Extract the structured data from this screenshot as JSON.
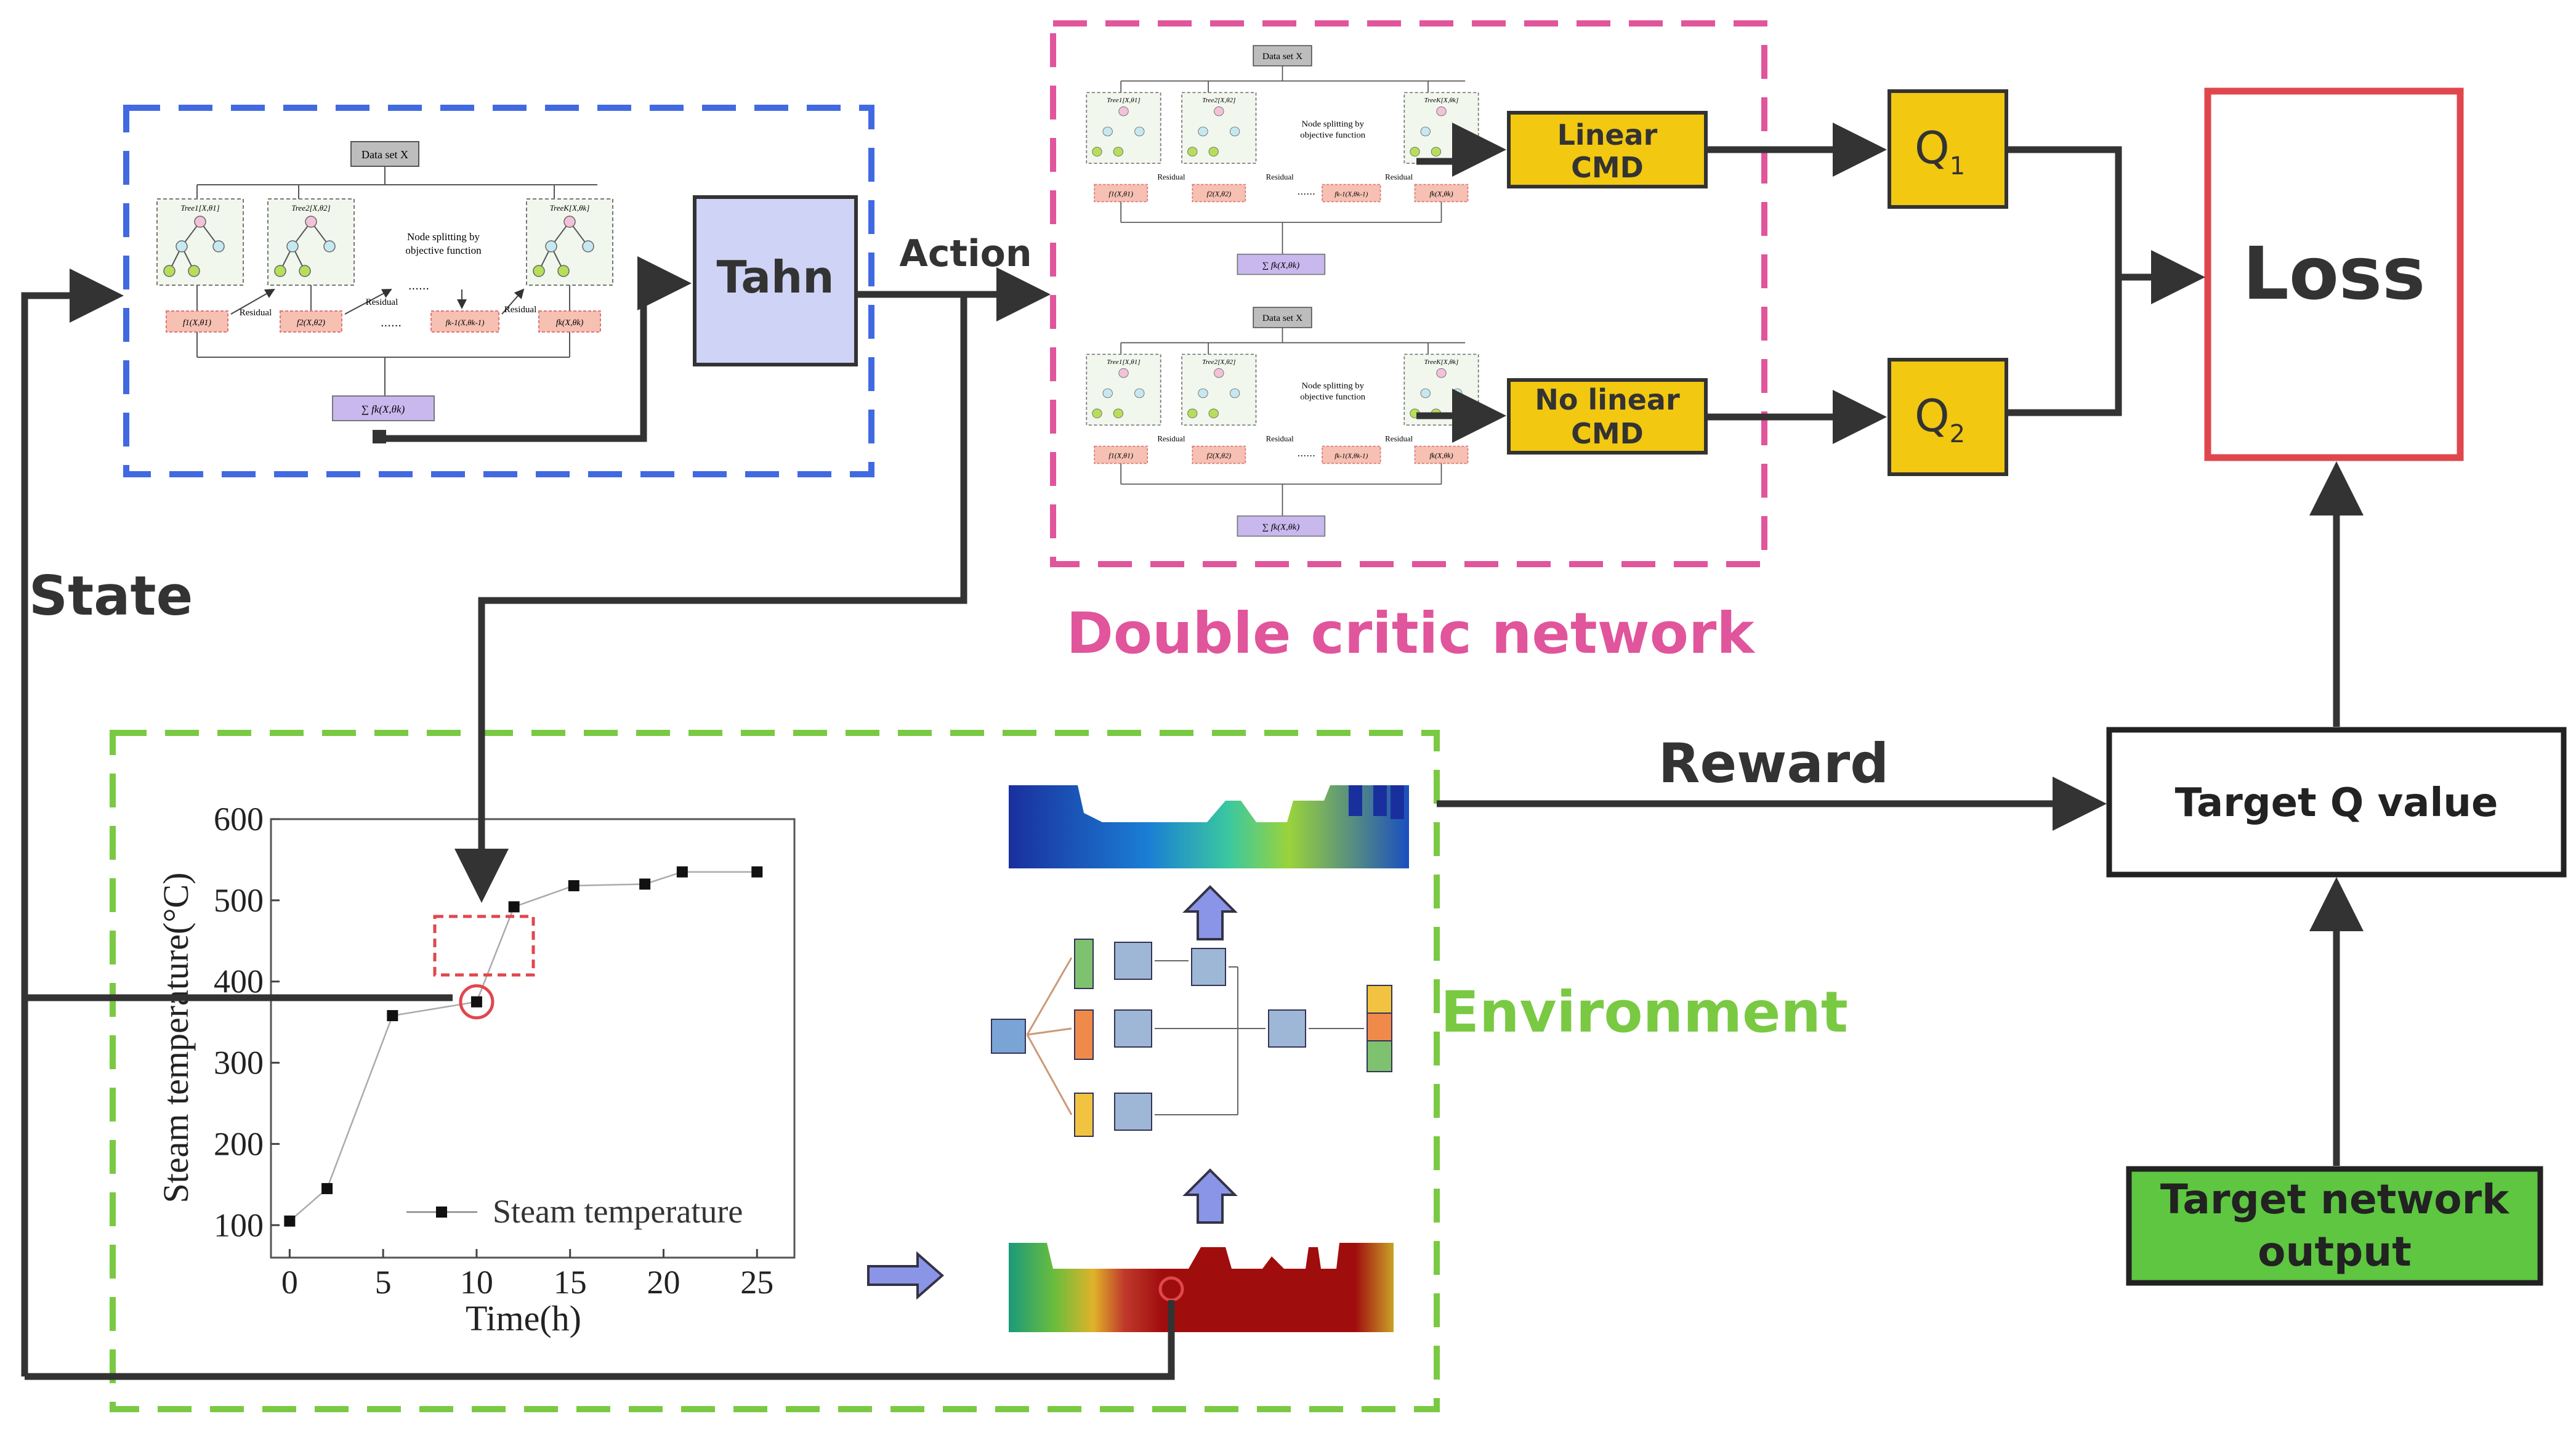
{
  "labels": {
    "action": "Action",
    "state": "State",
    "reward": "Reward",
    "tahn": "Tahn",
    "linear_cmd_line1": "Linear",
    "linear_cmd_line2": "CMD",
    "nonlinear_cmd_line1": "No linear",
    "nonlinear_cmd_line2": "CMD",
    "q1": "Q",
    "q1_sub": "1",
    "q2": "Q",
    "q2_sub": "2",
    "loss": "Loss",
    "target_q": "Target Q value",
    "target_net_line1": "Target network",
    "target_net_line2": "output",
    "double_critic": "Double critic network",
    "environment": "Environment"
  },
  "xgb": {
    "dataset": "Data set  X",
    "tree1": "Tree1[X,θ1]",
    "tree2": "Tree2[X,θ2]",
    "treek": "TreeK[X,θk]",
    "node_split_1": "Node splitting by",
    "node_split_2": "objective function",
    "residual": "Residual",
    "dots": "......",
    "f1": "f1(X,θ1)",
    "f2": "f2(X,θ2)",
    "fk1": "fk-1(X,θk-1)",
    "fk": "fk(X,θk)",
    "sum": "∑ fk(X,θk)"
  },
  "colors": {
    "actor_box": "#4169e1",
    "critic_box": "#e0559b",
    "env_box": "#7ac943",
    "loss_border": "#e0474c",
    "cmd_fill": "#f2c811",
    "tahn_fill": "#cfd3f5",
    "target_net_fill": "#5ec641",
    "arrow": "#333333"
  },
  "chart_data": {
    "type": "line",
    "xlabel": "Time(h)",
    "ylabel": "Steam temperature(°C)",
    "xlim": [
      -1,
      27
    ],
    "ylim": [
      60,
      600
    ],
    "xticks": [
      0,
      5,
      10,
      15,
      20,
      25
    ],
    "yticks": [
      100,
      200,
      300,
      400,
      500,
      600
    ],
    "series": [
      {
        "name": "Steam temperature",
        "x": [
          0,
          2,
          5.5,
          10,
          12,
          15.2,
          19,
          21,
          25
        ],
        "y": [
          105,
          145,
          358,
          375,
          492,
          518,
          520,
          535,
          535
        ]
      }
    ],
    "legend": "bottom-right",
    "highlight_point": {
      "x": 10,
      "y": 375
    }
  }
}
